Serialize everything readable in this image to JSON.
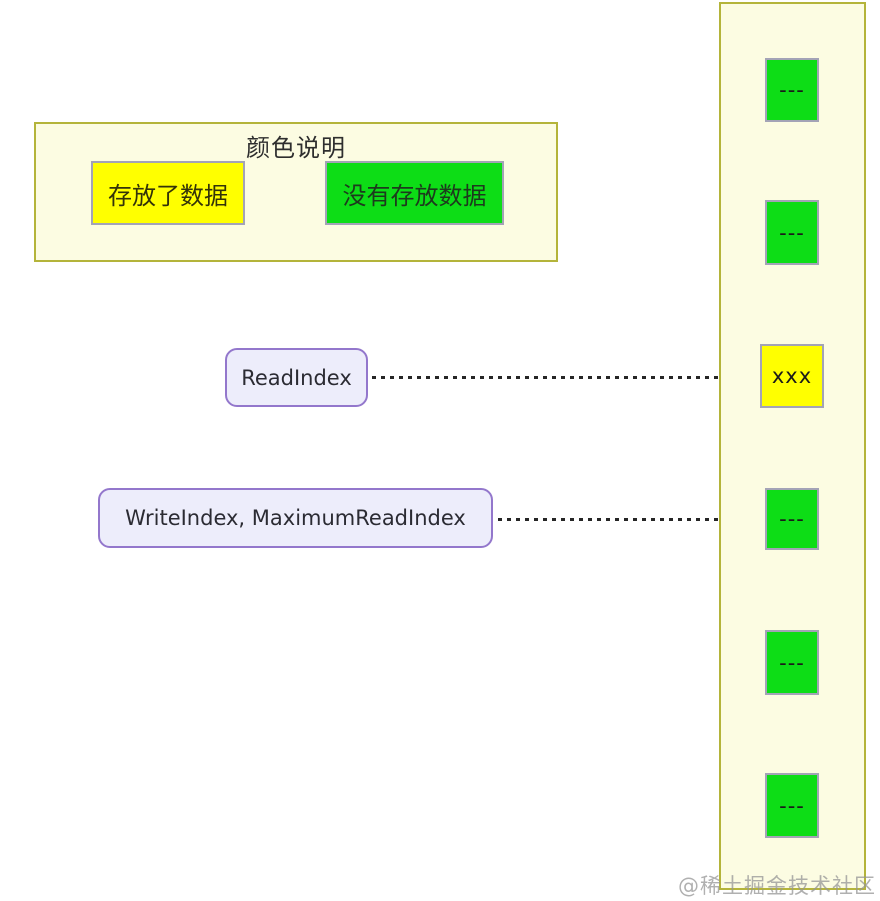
{
  "legend": {
    "title": "颜色说明",
    "items": [
      {
        "label": "存放了数据",
        "color": "#ffff00",
        "state": "filled"
      },
      {
        "label": "没有存放数据",
        "color": "#0ddd16",
        "state": "empty"
      }
    ]
  },
  "pointers": [
    {
      "label": "ReadIndex",
      "target_cell_index": 2
    },
    {
      "label": "WriteIndex, MaximumReadIndex",
      "target_cell_index": 3
    }
  ],
  "buffer": {
    "cells": [
      {
        "text": "---",
        "state": "empty"
      },
      {
        "text": "---",
        "state": "empty"
      },
      {
        "text": "xxx",
        "state": "filled"
      },
      {
        "text": "---",
        "state": "empty"
      },
      {
        "text": "---",
        "state": "empty"
      },
      {
        "text": "---",
        "state": "empty"
      }
    ]
  },
  "watermark": "@稀土掘金技术社区",
  "colors": {
    "filled": "#ffff00",
    "empty": "#0ddd16",
    "panel_bg": "#fcfce2",
    "panel_border": "#b4b43a",
    "cell_border": "#a3a3b6",
    "node_bg": "#ededfb",
    "node_border": "#9377cc",
    "arrow": "#262626"
  }
}
